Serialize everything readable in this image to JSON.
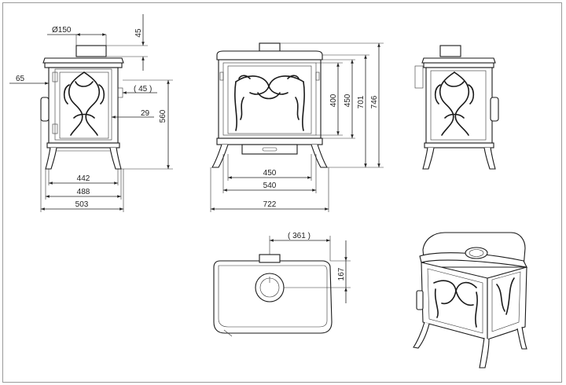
{
  "colors": {
    "line": "#1a1a1a",
    "frame": "#9a9a9a",
    "background": "#ffffff"
  },
  "side_view_left": {
    "flue_diameter": "Ø150",
    "flue_height": "45",
    "side_offset": "65",
    "rear_outlet": "45",
    "handle_depth": "29",
    "height_to_outlet": "560",
    "width_1": "442",
    "width_2": "488",
    "width_3": "503"
  },
  "front_view": {
    "height_1": "400",
    "height_2": "450",
    "height_3": "701",
    "height_4": "746",
    "width_1": "450",
    "width_2": "540",
    "width_3": "722"
  },
  "top_view": {
    "flue_offset_x": "361",
    "flue_offset_y": "167"
  }
}
